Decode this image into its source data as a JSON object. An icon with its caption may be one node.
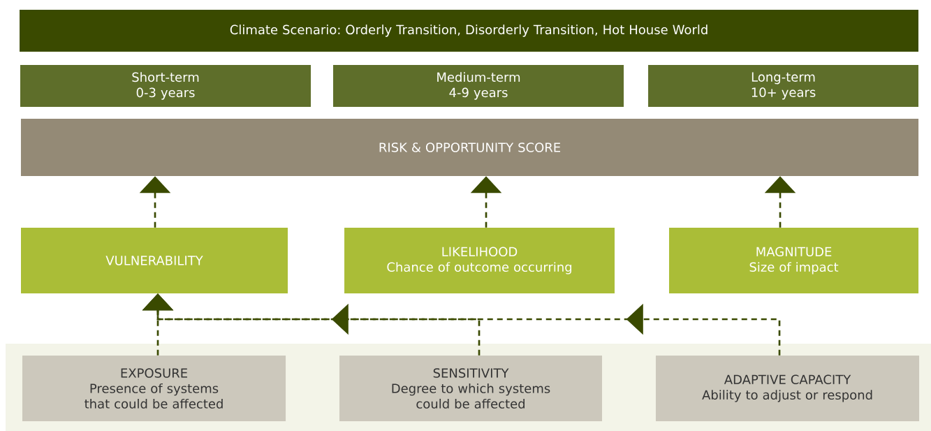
{
  "diagram": {
    "nodes": [
      {
        "text": [
          "Climate Scenario: Orderly Transition, Disorderly Transition, Hot House World"
        ]
      },
      {
        "text": [
          "Short-term",
          "0-3 years"
        ]
      },
      {
        "text": [
          "Medium-term",
          "4-9 years"
        ]
      },
      {
        "text": [
          "Long-term",
          "10+ years"
        ]
      },
      {
        "text": [
          "RISK & OPPORTUNITY SCORE"
        ]
      },
      {
        "text": [
          "VULNERABILITY"
        ]
      },
      {
        "text": [
          "LIKELIHOOD",
          "Chance of outcome occurring"
        ]
      },
      {
        "text": [
          "MAGNITUDE",
          "Size of impact"
        ]
      },
      {
        "text": [],
        "shape": "box"
      },
      {
        "text": [
          "EXPOSURE",
          "Presence of systems that could be affected"
        ],
        "in": 8
      },
      {
        "text": [
          "SENSITIVITY",
          "Degree to which systems could be affected"
        ],
        "in": 8
      },
      {
        "text": [
          "ADAPTIVE CAPACITY",
          "Ability to adjust or respond"
        ],
        "in": 8
      }
    ],
    "edges": [
      {
        "from": 5,
        "to": 4,
        "arrow": "to",
        "style": "dashed"
      },
      {
        "from": 6,
        "to": 4,
        "arrow": "to",
        "style": "dashed"
      },
      {
        "from": 7,
        "to": 4,
        "arrow": "to",
        "style": "dashed"
      },
      {
        "from": 9,
        "to": 5,
        "arrow": "to",
        "style": "dashed"
      },
      {
        "from": 10,
        "to": 5,
        "arrow": "to",
        "style": "dashed"
      },
      {
        "from": 11,
        "to": 5,
        "arrow": "to",
        "style": "dashed"
      }
    ]
  }
}
